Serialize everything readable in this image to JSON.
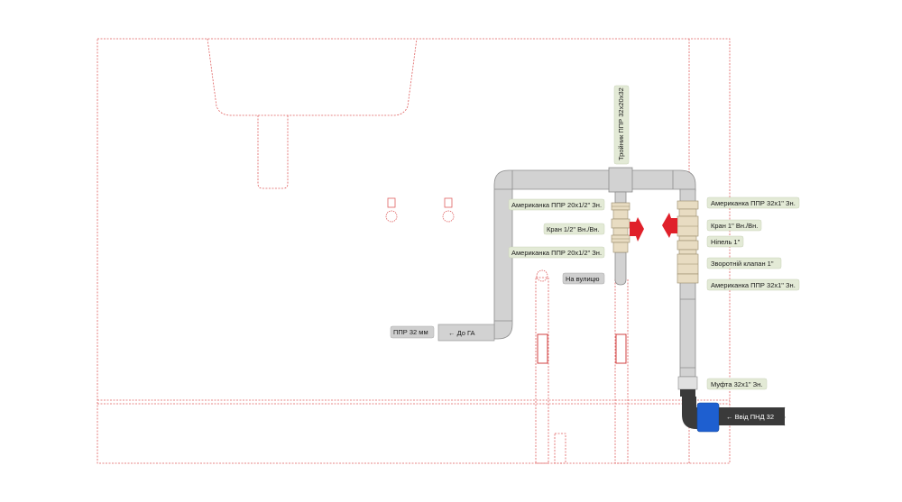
{
  "labels": {
    "tee": "Тройник ППР 32х20х32",
    "union_20_top": "Американка ППР 20х1/2\" Зн.",
    "valve_half": "Кран 1/2\" Вн./Вн.",
    "union_20_bottom": "Американка ППР 20х1/2\" Зн.",
    "to_street": "На вулицю",
    "union_32_top": "Американка ППР 32х1\" Зн.",
    "valve_1": "Кран 1\" Вн./Вн.",
    "nipple": "Ніпель 1\"",
    "check_valve": "Зворотній клапан 1\"",
    "union_32_bottom": "Американка ППР 32х1\" Зн.",
    "coupling": "Муфта 32х1\" Зн.",
    "inlet": "← Ввід ПНД 32",
    "ppr_32": "ППР 32 мм",
    "to_ga": "← До ГА"
  },
  "colors": {
    "outline": "#e06060",
    "pipe_fill": "#d2d2d2",
    "pipe_stroke": "#8c8c8c",
    "brass": "#e8dcc2",
    "valve_handle": "#e0202a",
    "hdpe_pipe": "#3a3a3a",
    "compression_fitting": "#1e5fd0",
    "label_bg": "#e3ead6"
  },
  "icons": [
    "valve-handle-icon",
    "arrow-left-icon"
  ]
}
